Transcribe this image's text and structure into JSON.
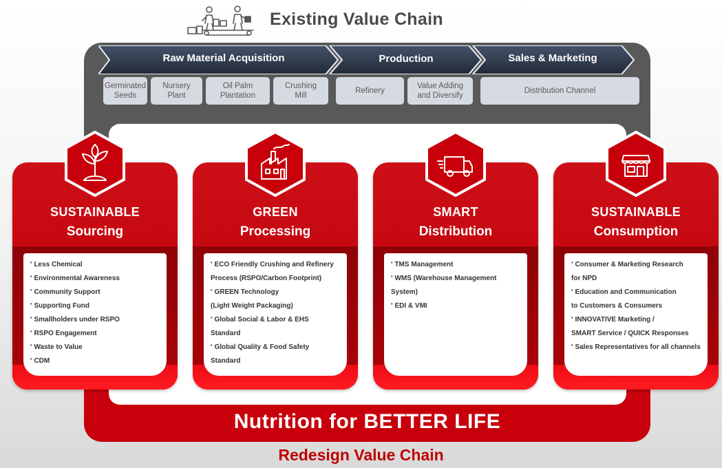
{
  "header": {
    "title": "Existing Value Chain",
    "icon": "workers-conveyor-icon"
  },
  "chevrons": [
    {
      "label": "Raw Material Acquisition"
    },
    {
      "label": "Production"
    },
    {
      "label": "Sales & Marketing"
    }
  ],
  "subboxes": [
    "Germinated\nSeeds",
    "Nursery\nPlant",
    "Oil Palm\nPlantation",
    "Crushing\nMill",
    "Refinery",
    "Value Adding\nand Diversify",
    "Distribution Channel"
  ],
  "cards": [
    {
      "title1": "SUSTAINABLE",
      "title2": "Sourcing",
      "icon": "plant-sprout-icon",
      "items": [
        "Less Chemical",
        "Environmental Awareness",
        "Community Support",
        "Supporting Fund",
        "Smallholders under RSPO",
        "RSPO Engagement",
        "Waste to Value",
        "CDM"
      ]
    },
    {
      "title1": "GREEN",
      "title2": "Processing",
      "icon": "factory-icon",
      "items": [
        "ECO Friendly Crushing and  Refinery\nProcess (RSPO/Carbon Footprint)",
        "GREEN Technology\n(Light Weight Packaging)",
        "Global Social & Labor & EHS\nStandard",
        "Global Quality & Food Safety\nStandard"
      ]
    },
    {
      "title1": "SMART",
      "title2": "Distribution",
      "icon": "delivery-truck-icon",
      "items": [
        "TMS Management",
        "WMS (Warehouse Management\nSystem)",
        "EDI & VMI"
      ]
    },
    {
      "title1": "SUSTAINABLE",
      "title2": "Consumption",
      "icon": "storefront-icon",
      "items": [
        "Consumer & Marketing Research\nfor NPD",
        "Education and Communication\nto Customers & Consumers",
        "INNOVATIVE Marketing /\nSMART Service / QUICK Responses",
        "Sales Representatives for all channels"
      ]
    }
  ],
  "banner": "Nutrition for BETTER LIFE",
  "footer": "Redesign Value Chain",
  "colors": {
    "red": "#c7000b",
    "dark_gray": "#595959",
    "navy": "#2f3a4b",
    "subbox": "#d6dae1"
  }
}
